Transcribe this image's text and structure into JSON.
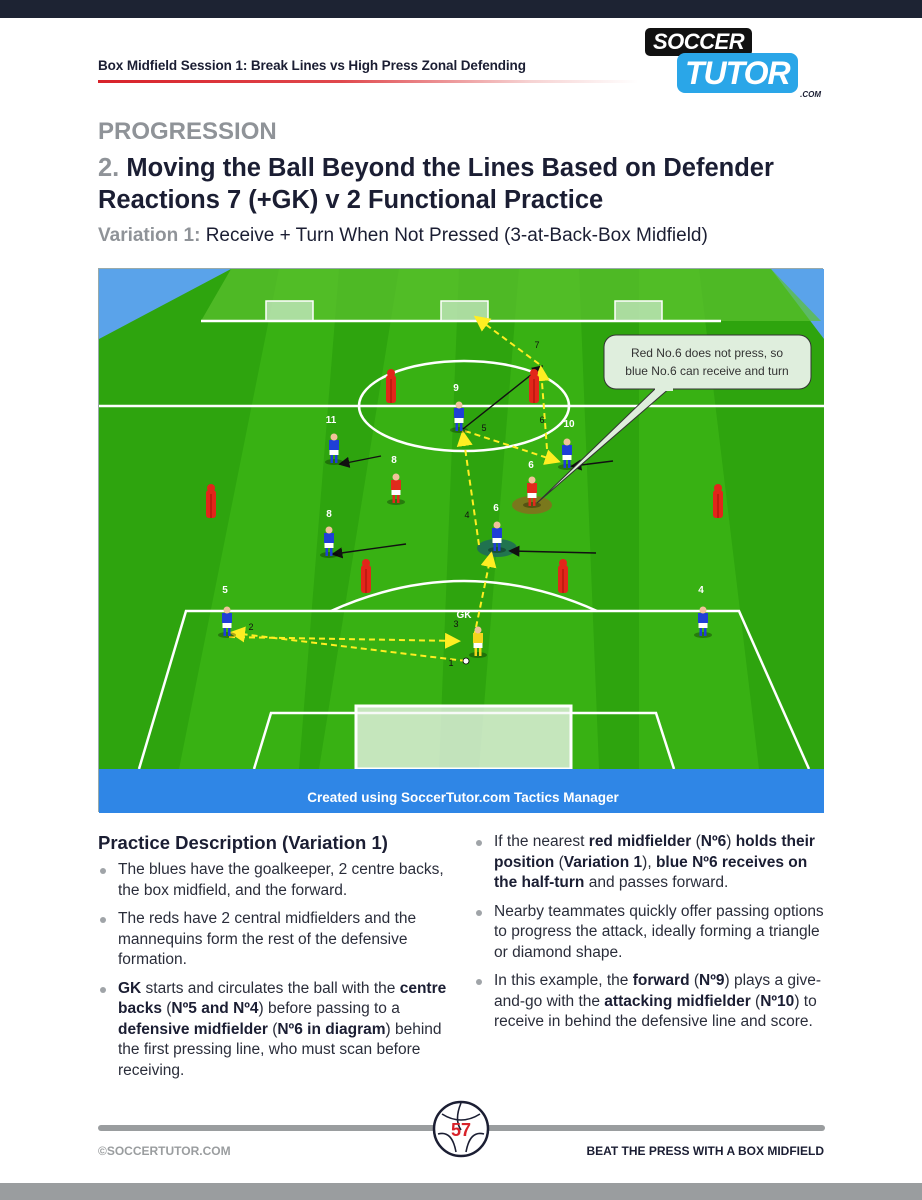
{
  "header": {
    "session": "Box Midfield Session 1: Break Lines vs High Press Zonal Defending",
    "logo": {
      "line1": "SOCCER",
      "line2": "TUTOR",
      "suffix": ".COM"
    }
  },
  "section": "PROGRESSION",
  "title": {
    "number": "2.",
    "text": "Moving the Ball Beyond the Lines Based on Defender Reactions 7 (+GK) v 2 Functional Practice"
  },
  "variation": {
    "label": "Variation 1:",
    "text": "Receive + Turn When Not Pressed (3-at-Back-Box Midfield)"
  },
  "diagram": {
    "callout": [
      "Red No.6 does not press, so",
      "blue No.6 can receive and turn"
    ],
    "caption": "Created using SoccerTutor.com Tactics Manager",
    "blue_players": [
      "11",
      "9",
      "10",
      "8",
      "6",
      "5",
      "4"
    ],
    "gk_label": "GK",
    "red_players": [
      "8",
      "6"
    ],
    "pass_numbers": [
      "1",
      "2",
      "3",
      "4",
      "5",
      "6",
      "7"
    ],
    "colors": {
      "blue": "#1f3fd6",
      "red": "#e02a1c",
      "pass": "#ffee22",
      "pitch": "#2ea40e"
    }
  },
  "description": {
    "heading": "Practice Description (Variation 1)",
    "left": [
      {
        "parts": [
          [
            "",
            "The blues have the goalkeeper, 2 centre backs, the box midfield, and the forward."
          ]
        ]
      },
      {
        "parts": [
          [
            "",
            "The reds have 2 central midfielders and the mannequins form the rest of the defensive formation."
          ]
        ]
      },
      {
        "parts": [
          [
            "b",
            "GK"
          ],
          [
            "",
            " starts and circulates the ball with the "
          ],
          [
            "b",
            "centre backs"
          ],
          [
            "",
            " ("
          ],
          [
            "b",
            "Nº5 and Nº4"
          ],
          [
            "",
            ") before passing to a "
          ],
          [
            "b",
            "defensive midfielder"
          ],
          [
            "",
            " ("
          ],
          [
            "b",
            "Nº6 in diagram"
          ],
          [
            "",
            ") behind the first pressing line, who must scan before receiving."
          ]
        ]
      }
    ],
    "right": [
      {
        "parts": [
          [
            "",
            "If the nearest "
          ],
          [
            "b",
            "red midfielder"
          ],
          [
            "",
            " ("
          ],
          [
            "b",
            "Nº6"
          ],
          [
            "",
            ") "
          ],
          [
            "b",
            "holds their position"
          ],
          [
            "",
            " ("
          ],
          [
            "b",
            "Variation 1"
          ],
          [
            "",
            "), "
          ],
          [
            "b",
            "blue Nº6 receives on the half-turn"
          ],
          [
            "",
            " and passes forward."
          ]
        ]
      },
      {
        "parts": [
          [
            "",
            "Nearby teammates quickly offer passing options to progress the attack, ideally forming a triangle or diamond shape."
          ]
        ]
      },
      {
        "parts": [
          [
            "",
            "In this example, the "
          ],
          [
            "b",
            "forward"
          ],
          [
            "",
            " ("
          ],
          [
            "b",
            "Nº9"
          ],
          [
            "",
            ") plays a give-and-go with the "
          ],
          [
            "b",
            "attacking midfielder"
          ],
          [
            "",
            " ("
          ],
          [
            "b",
            "Nº10"
          ],
          [
            "",
            ") to receive in behind the defensive line and score."
          ]
        ]
      }
    ]
  },
  "footer": {
    "copyright": "©SOCCERTUTOR.COM",
    "page": "57",
    "book": "BEAT THE PRESS WITH A BOX MIDFIELD"
  }
}
